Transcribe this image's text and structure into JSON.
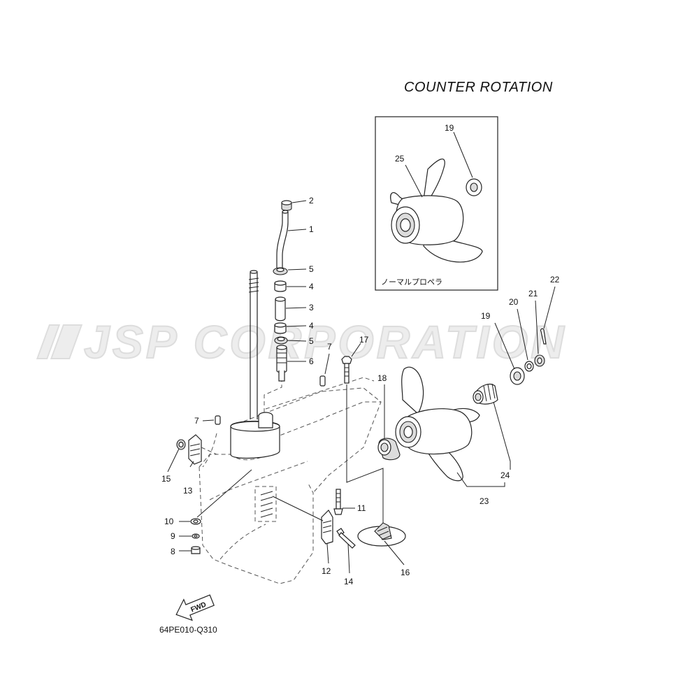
{
  "title": "COUNTER  ROTATION",
  "watermark": "JSP CORPORATION",
  "inset_caption": "ノーマルプロペラ",
  "diagram_code": "64PE010-Q310",
  "fwd_label": "FWD",
  "callouts": {
    "c1": "1",
    "c2": "2",
    "c3": "3",
    "c4a": "4",
    "c4b": "4",
    "c5a": "5",
    "c5b": "5",
    "c6": "6",
    "c7a": "7",
    "c7b": "7",
    "c8": "8",
    "c9": "9",
    "c10": "10",
    "c11": "11",
    "c12": "12",
    "c13": "13",
    "c14": "14",
    "c15": "15",
    "c16": "16",
    "c17": "17",
    "c18": "18",
    "c19a": "19",
    "c19b": "19",
    "c20": "20",
    "c21": "21",
    "c22": "22",
    "c23": "23",
    "c24": "24",
    "c25": "25"
  }
}
